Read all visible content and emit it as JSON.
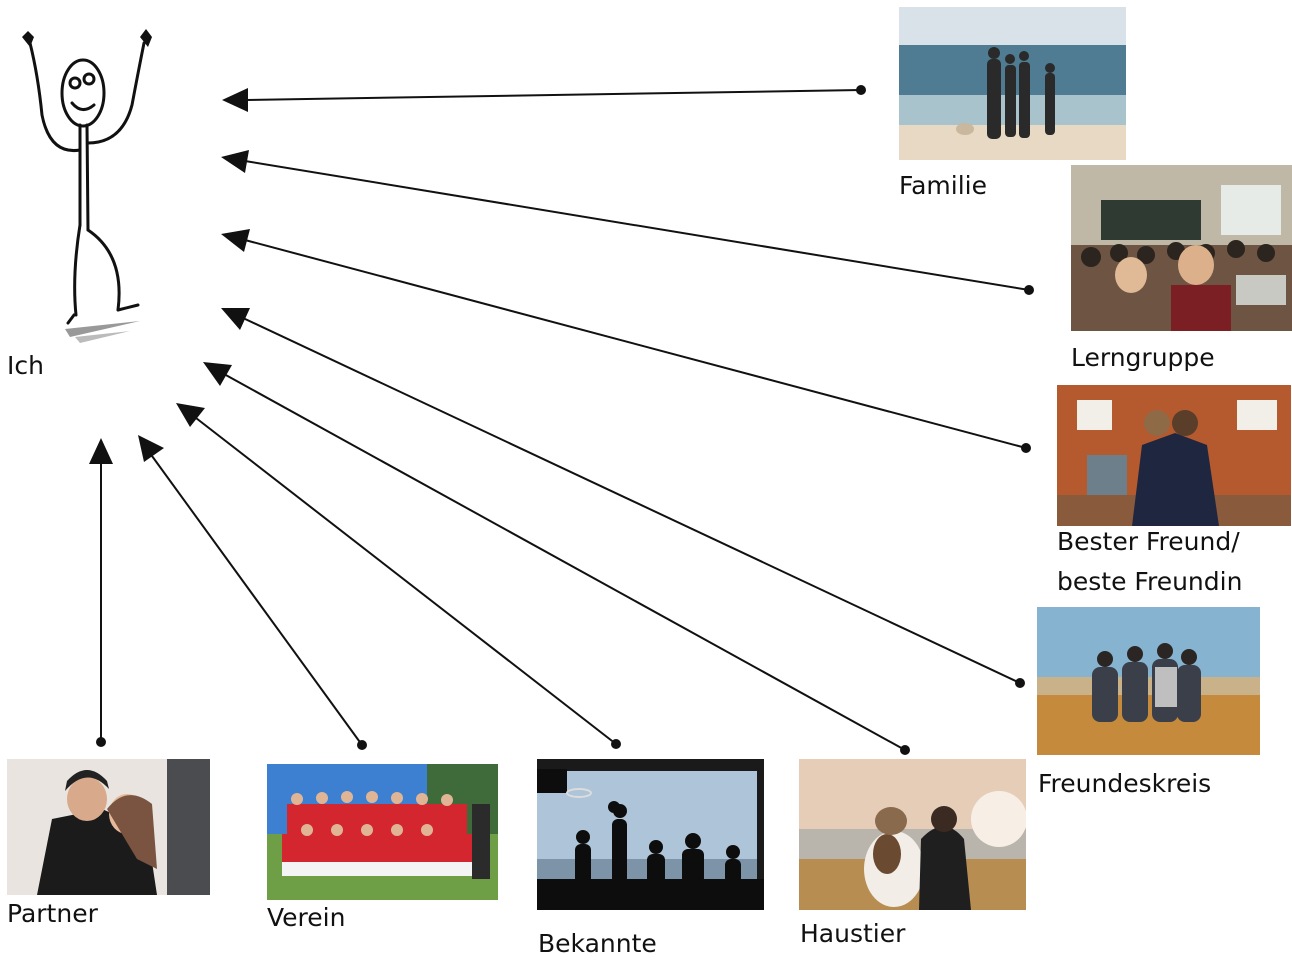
{
  "center": {
    "label": "Ich"
  },
  "nodes": [
    {
      "id": "familie",
      "label_lines": [
        "Familie"
      ]
    },
    {
      "id": "lerngruppe",
      "label_lines": [
        "Lerngruppe"
      ]
    },
    {
      "id": "bester-freund",
      "label_lines": [
        "Bester Freund/",
        "beste Freundin"
      ]
    },
    {
      "id": "freundeskreis",
      "label_lines": [
        "Freundeskreis"
      ]
    },
    {
      "id": "partner",
      "label_lines": [
        "Partner"
      ]
    },
    {
      "id": "verein",
      "label_lines": [
        "Verein"
      ]
    },
    {
      "id": "bekannte",
      "label_lines": [
        "Bekannte"
      ]
    },
    {
      "id": "haustier",
      "label_lines": [
        "Haustier"
      ]
    }
  ],
  "colors": {
    "arrow": "#111111",
    "text": "#111111"
  }
}
